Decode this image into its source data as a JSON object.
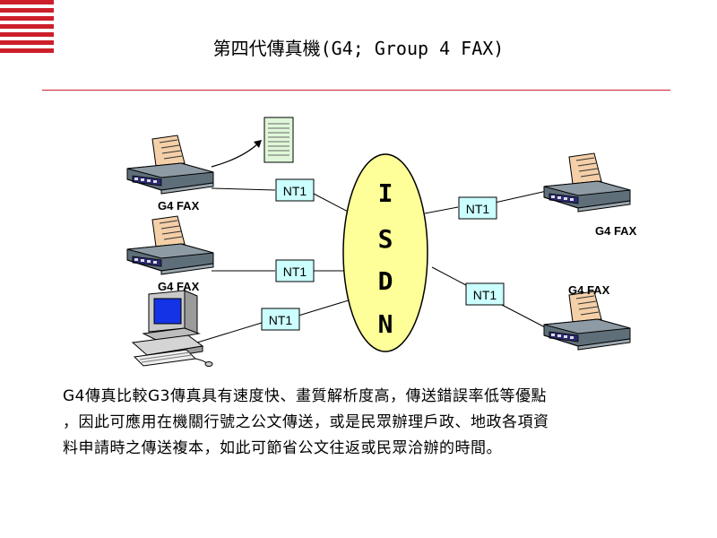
{
  "slide": {
    "title": "第四代傳真機(G4; Group 4 FAX)"
  },
  "diagram": {
    "network": {
      "letters": [
        "I",
        "S",
        "D",
        "N"
      ]
    },
    "terminals": [
      {
        "label": "NT1",
        "device": "G4 FAX",
        "side": "left"
      },
      {
        "label": "NT1",
        "device": "G4 FAX",
        "side": "left"
      },
      {
        "label": "NT1",
        "device": "computer",
        "side": "left"
      },
      {
        "label": "NT1",
        "device": "G4 FAX",
        "side": "right"
      },
      {
        "label": "NT1",
        "device": "G4 FAX",
        "side": "right"
      }
    ],
    "device_labels": [
      "G4 FAX",
      "G4 FAX",
      "G4 FAX",
      "G4 FAX"
    ]
  },
  "description": {
    "lines": [
      "G4傳真比較G3傳真具有速度快、畫質解析度高，傳送錯誤率低等優點",
      "，因此可應用在機關行號之公文傳送，或是民眾辦理戶政、地政各項資",
      "料申請時之傳送複本，如此可節省公文往返或民眾洽辦的時間。"
    ]
  },
  "colors": {
    "accent_red": "#cc1f2a",
    "isdn_fill": "#ffff99",
    "nt1_fill": "#ccffff",
    "paper_fill": "#f4cfa8",
    "fax_body": "#5f6f7a",
    "monitor_screen": "#1433e6"
  },
  "icons": [
    "stripes-logo",
    "fax-machine-icon",
    "document-icon",
    "computer-icon",
    "arrow-icon"
  ]
}
